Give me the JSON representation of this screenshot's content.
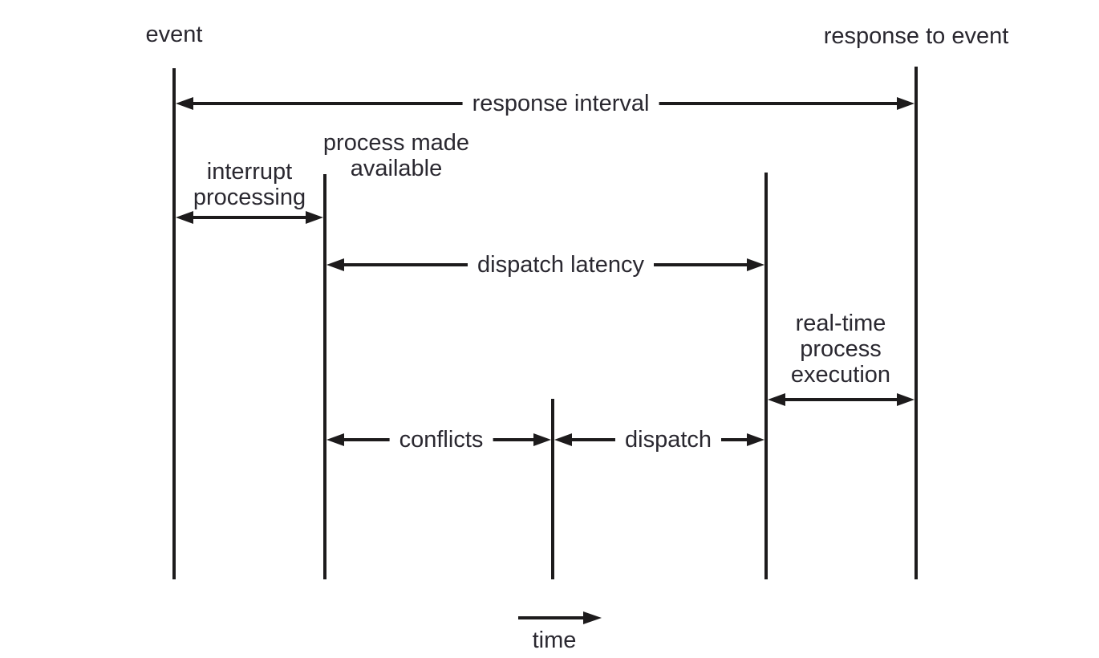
{
  "labels": {
    "event": "event",
    "response_to_event": "response to event",
    "response_interval": "response interval",
    "interrupt_processing": [
      "interrupt",
      "processing"
    ],
    "process_made_available": [
      "process made",
      "available"
    ],
    "dispatch_latency": "dispatch latency",
    "real_time_process_execution": [
      "real-time",
      "process",
      "execution"
    ],
    "conflicts": "conflicts",
    "dispatch": "dispatch",
    "time": "time"
  },
  "colors": {
    "line": "#1d1b1c",
    "text": "#2a2830",
    "background": "#ffffff"
  }
}
